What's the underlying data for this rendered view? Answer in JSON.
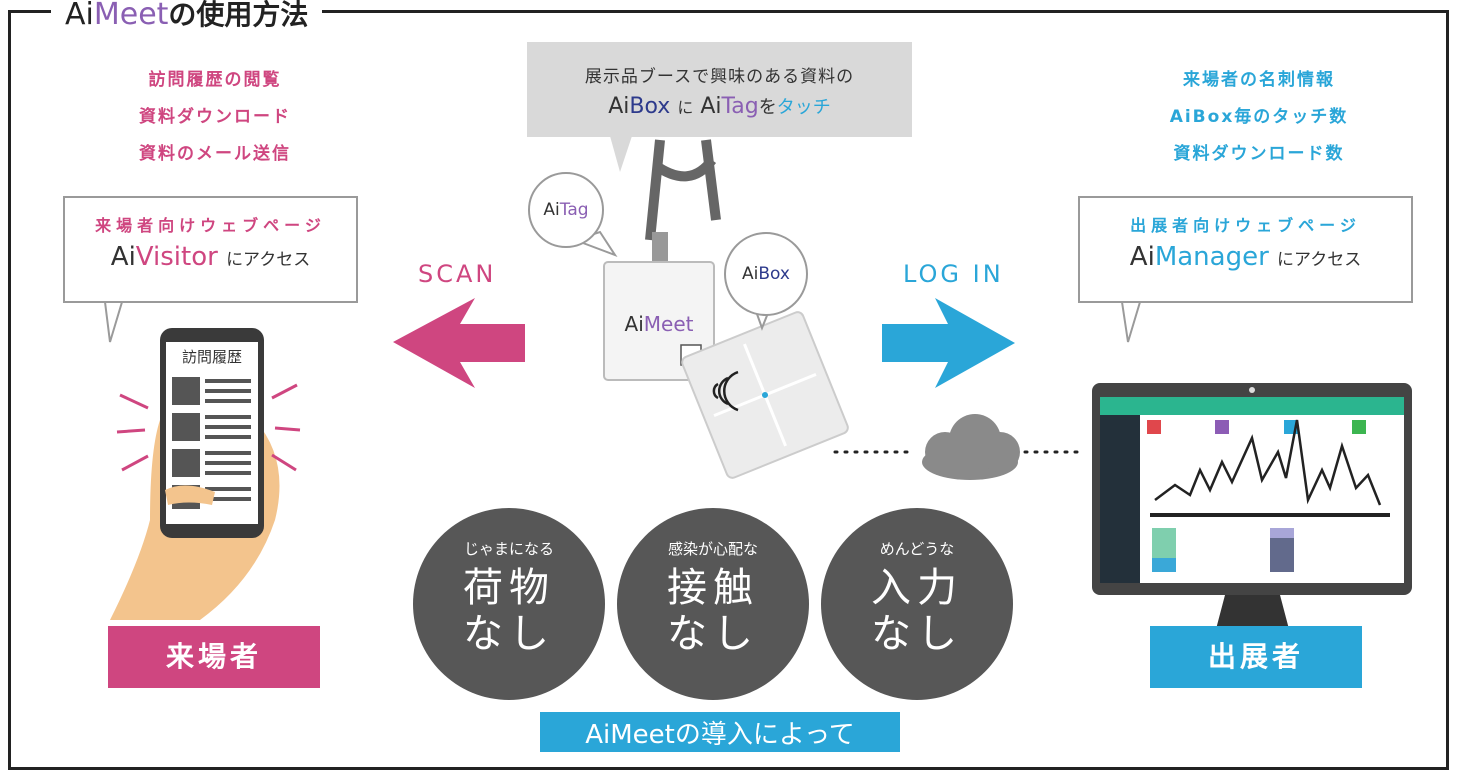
{
  "title": {
    "ai": "Ai",
    "meet": "Meet",
    "rest": "の使用方法"
  },
  "visitor": {
    "features": [
      "訪問履歴の閲覧",
      "資料ダウンロード",
      "資料のメール送信"
    ],
    "bubble_line1": "来場者向けウェブページ",
    "bubble_ai": "Ai",
    "bubble_product": "Visitor",
    "bubble_access": "にアクセス",
    "phone_header": "訪問履歴",
    "role": "来場者",
    "action": "SCAN"
  },
  "exhibitor": {
    "features": [
      "来場者の名刺情報",
      "AiBox毎のタッチ数",
      "資料ダウンロード数"
    ],
    "bubble_line1": "出展者向けウェブページ",
    "bubble_ai": "Ai",
    "bubble_product": "Manager",
    "bubble_access": "にアクセス",
    "role": "出展者",
    "action": "LOG IN"
  },
  "center": {
    "instruction_line1": "展示品ブースで興味のある資料の",
    "instruction_ai1": "Ai",
    "instruction_box": "Box",
    "instruction_ni": "に",
    "instruction_ai2": "Ai",
    "instruction_tag": "Tag",
    "instruction_wo": "を",
    "instruction_touch": "タッチ",
    "aitag_ai": "Ai",
    "aitag_tag": "Tag",
    "aibox_ai": "Ai",
    "aibox_box": "Box",
    "badge_ai": "Ai",
    "badge_meet": "Meet"
  },
  "benefits": [
    {
      "small": "じゃまになる",
      "big1": "荷物",
      "big2": "なし"
    },
    {
      "small": "感染が心配な",
      "big1": "接触",
      "big2": "なし"
    },
    {
      "small": "めんどうな",
      "big1": "入力",
      "big2": "なし"
    }
  ],
  "intro": "AiMeetの導入によって",
  "colors": {
    "pink": "#cf4680",
    "blue": "#2aa6d8",
    "purple": "#8a5fb3",
    "dark": "#575757"
  }
}
